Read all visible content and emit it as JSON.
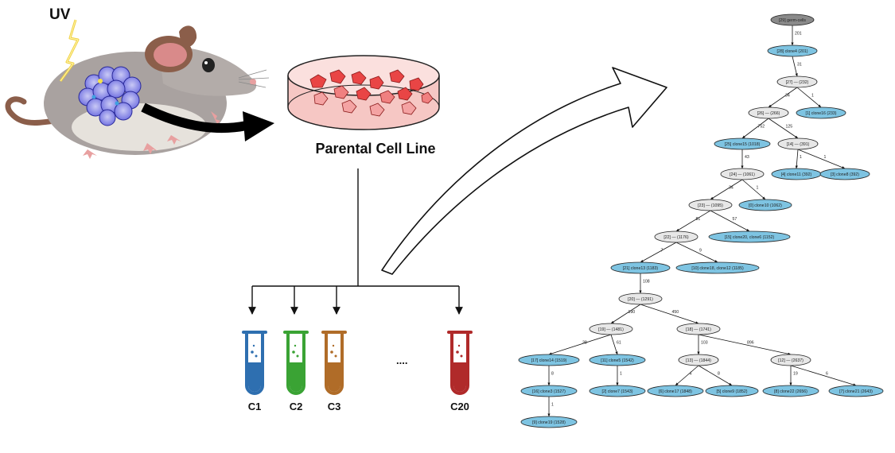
{
  "left_panel": {
    "uv_label": "UV",
    "parental_label": "Parental Cell Line",
    "ellipsis": "....",
    "tubes": [
      {
        "label": "C1",
        "color": "#2e6fb0"
      },
      {
        "label": "C2",
        "color": "#3aa334"
      },
      {
        "label": "C3",
        "color": "#b06c28"
      },
      {
        "label": "C20",
        "color": "#b02a2a"
      }
    ]
  },
  "tree": {
    "colors": {
      "clone": "#7ec4e2",
      "internal": "#e7e7e7",
      "root": "#8a8a8a"
    },
    "nodes": [
      {
        "id": "n29",
        "type": "root",
        "label": "[29] germ-cells"
      },
      {
        "id": "n28",
        "type": "clone",
        "label": "[28] clone4  (201)"
      },
      {
        "id": "n27",
        "type": "internal",
        "label": "[27] — (232)"
      },
      {
        "id": "n26",
        "type": "internal",
        "label": "[26] — (266)"
      },
      {
        "id": "n1",
        "type": "clone",
        "label": "[1] clone16  (233)"
      },
      {
        "id": "n25",
        "type": "clone",
        "label": "[25] clone15  (1018)"
      },
      {
        "id": "n14",
        "type": "internal",
        "label": "[14] — (391)"
      },
      {
        "id": "n24",
        "type": "internal",
        "label": "[24] — (1061)"
      },
      {
        "id": "n4",
        "type": "clone",
        "label": "[4] clone11  (392)"
      },
      {
        "id": "n3",
        "type": "clone",
        "label": "[3] clone8  (392)"
      },
      {
        "id": "n23",
        "type": "internal",
        "label": "[23] — (1095)"
      },
      {
        "id": "n0",
        "type": "clone",
        "label": "[0] clone10  (1062)"
      },
      {
        "id": "n22",
        "type": "internal",
        "label": "[22] — (1176)"
      },
      {
        "id": "n15",
        "type": "clone",
        "label": "[15] clone20, clone6  (1152)"
      },
      {
        "id": "n21",
        "type": "clone",
        "label": "[21] clone13  (1183)"
      },
      {
        "id": "n10",
        "type": "clone",
        "label": "[10] clone18, clone12  (1185)"
      },
      {
        "id": "n20",
        "type": "internal",
        "label": "[20] — (1291)"
      },
      {
        "id": "n19",
        "type": "internal",
        "label": "[19] — (1481)"
      },
      {
        "id": "n18",
        "type": "internal",
        "label": "[18] — (1741)"
      },
      {
        "id": "n17",
        "type": "clone",
        "label": "[17] clone14  (1519)"
      },
      {
        "id": "n11",
        "type": "clone",
        "label": "[11] clone5  (1542)"
      },
      {
        "id": "n13",
        "type": "internal",
        "label": "[13] — (1844)"
      },
      {
        "id": "n12",
        "type": "internal",
        "label": "[12] — (2637)"
      },
      {
        "id": "n16",
        "type": "clone",
        "label": "[16] clone3  (1527)"
      },
      {
        "id": "n2",
        "type": "clone",
        "label": "[2] clone7  (1543)"
      },
      {
        "id": "n6",
        "type": "clone",
        "label": "[6] clone17  (1848)"
      },
      {
        "id": "n5",
        "type": "clone",
        "label": "[5] clone9  (1852)"
      },
      {
        "id": "n8",
        "type": "clone",
        "label": "[8] clone22  (2656)"
      },
      {
        "id": "n7",
        "type": "clone",
        "label": "[7] clone21  (2643)"
      },
      {
        "id": "n9",
        "type": "clone",
        "label": "[9] clone19  (1528)"
      }
    ],
    "edges": [
      {
        "from": "n29",
        "to": "n28",
        "label": "201"
      },
      {
        "from": "n28",
        "to": "n27",
        "label": "31"
      },
      {
        "from": "n27",
        "to": "n26",
        "label": "34"
      },
      {
        "from": "n27",
        "to": "n1",
        "label": "1"
      },
      {
        "from": "n26",
        "to": "n25",
        "label": "752"
      },
      {
        "from": "n26",
        "to": "n14",
        "label": "125"
      },
      {
        "from": "n25",
        "to": "n24",
        "label": "43"
      },
      {
        "from": "n14",
        "to": "n4",
        "label": "1"
      },
      {
        "from": "n14",
        "to": "n3",
        "label": "1"
      },
      {
        "from": "n24",
        "to": "n23",
        "label": "34"
      },
      {
        "from": "n24",
        "to": "n0",
        "label": "1"
      },
      {
        "from": "n23",
        "to": "n22",
        "label": "81"
      },
      {
        "from": "n23",
        "to": "n15",
        "label": "57"
      },
      {
        "from": "n22",
        "to": "n21",
        "label": "7"
      },
      {
        "from": "n22",
        "to": "n10",
        "label": "9"
      },
      {
        "from": "n21",
        "to": "n20",
        "label": "108"
      },
      {
        "from": "n20",
        "to": "n19",
        "label": "190"
      },
      {
        "from": "n20",
        "to": "n18",
        "label": "450"
      },
      {
        "from": "n19",
        "to": "n17",
        "label": "38"
      },
      {
        "from": "n19",
        "to": "n11",
        "label": "61"
      },
      {
        "from": "n18",
        "to": "n13",
        "label": "103"
      },
      {
        "from": "n18",
        "to": "n12",
        "label": "896"
      },
      {
        "from": "n17",
        "to": "n16",
        "label": "8"
      },
      {
        "from": "n11",
        "to": "n2",
        "label": "1"
      },
      {
        "from": "n13",
        "to": "n6",
        "label": "4"
      },
      {
        "from": "n13",
        "to": "n5",
        "label": "8"
      },
      {
        "from": "n12",
        "to": "n8",
        "label": "19"
      },
      {
        "from": "n12",
        "to": "n7",
        "label": "6"
      },
      {
        "from": "n16",
        "to": "n9",
        "label": "1"
      }
    ]
  }
}
